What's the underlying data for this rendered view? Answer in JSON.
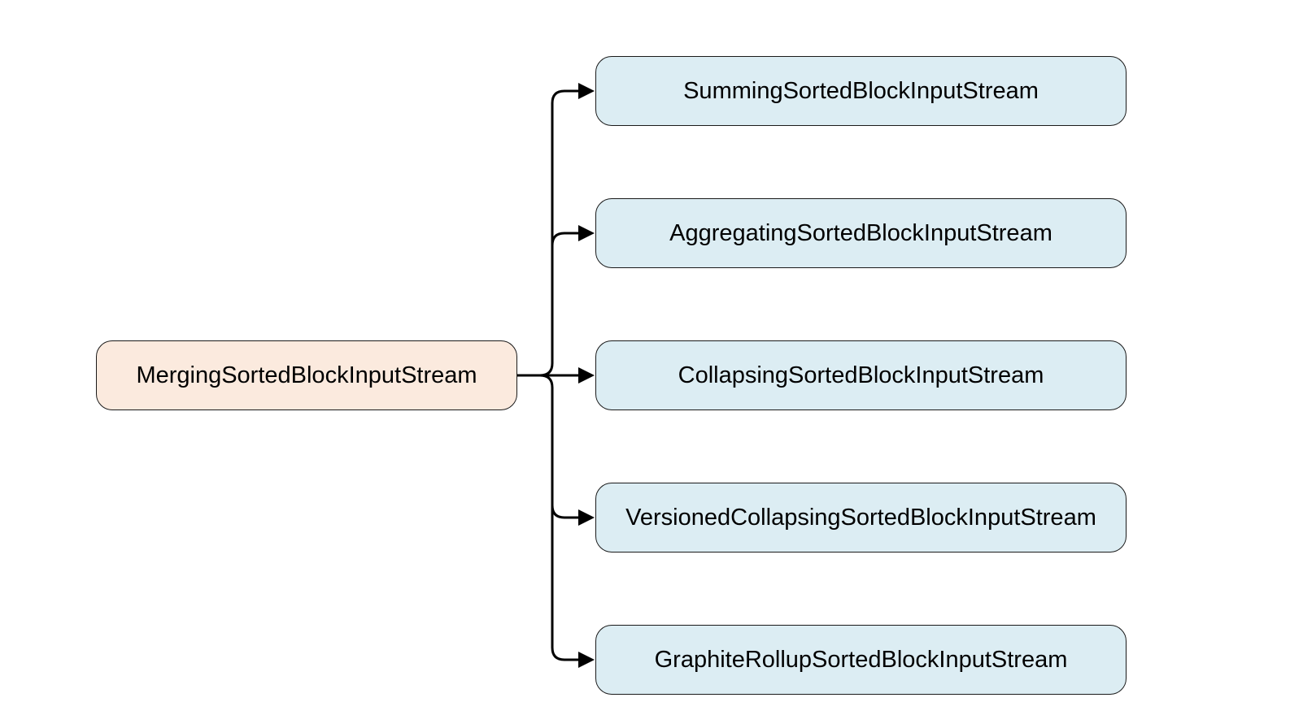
{
  "diagram": {
    "root": {
      "label": "MergingSortedBlockInputStream",
      "fill": "#fbeade"
    },
    "children": [
      {
        "label": "SummingSortedBlockInputStream",
        "fill": "#dcedf3"
      },
      {
        "label": "AggregatingSortedBlockInputStream",
        "fill": "#dcedf3"
      },
      {
        "label": "CollapsingSortedBlockInputStream",
        "fill": "#dcedf3"
      },
      {
        "label": "VersionedCollapsingSortedBlockInputStream",
        "fill": "#dcedf3"
      },
      {
        "label": "GraphiteRollupSortedBlockInputStream",
        "fill": "#dcedf3"
      }
    ],
    "edges": [
      {
        "from": "root",
        "to": 0
      },
      {
        "from": "root",
        "to": 1
      },
      {
        "from": "root",
        "to": 2
      },
      {
        "from": "root",
        "to": 3
      },
      {
        "from": "root",
        "to": 4
      }
    ],
    "line_color": "#000000"
  }
}
